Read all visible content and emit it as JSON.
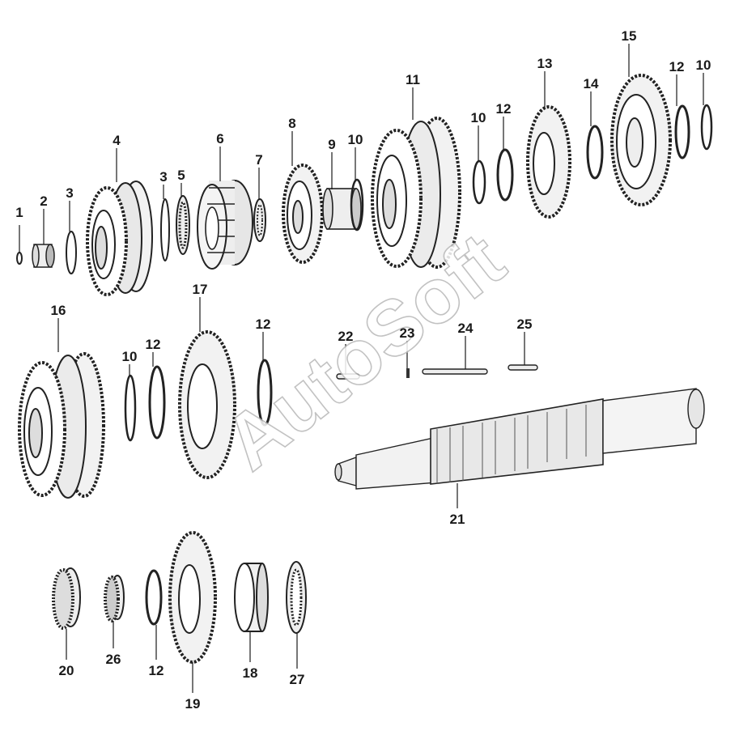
{
  "diagram": {
    "watermark": "AutoSoft",
    "callouts": [
      {
        "id": "p1",
        "label": "1"
      },
      {
        "id": "p2",
        "label": "2"
      },
      {
        "id": "p3a",
        "label": "3"
      },
      {
        "id": "p4",
        "label": "4"
      },
      {
        "id": "p3b",
        "label": "3"
      },
      {
        "id": "p5",
        "label": "5"
      },
      {
        "id": "p6",
        "label": "6"
      },
      {
        "id": "p7",
        "label": "7"
      },
      {
        "id": "p8",
        "label": "8"
      },
      {
        "id": "p9",
        "label": "9"
      },
      {
        "id": "p10a",
        "label": "10"
      },
      {
        "id": "p11",
        "label": "11"
      },
      {
        "id": "p10b",
        "label": "10"
      },
      {
        "id": "p12a",
        "label": "12"
      },
      {
        "id": "p13",
        "label": "13"
      },
      {
        "id": "p14",
        "label": "14"
      },
      {
        "id": "p15",
        "label": "15"
      },
      {
        "id": "p12b",
        "label": "12"
      },
      {
        "id": "p10c",
        "label": "10"
      },
      {
        "id": "p16",
        "label": "16"
      },
      {
        "id": "p10d",
        "label": "10"
      },
      {
        "id": "p12c",
        "label": "12"
      },
      {
        "id": "p17",
        "label": "17"
      },
      {
        "id": "p12d",
        "label": "12"
      },
      {
        "id": "p22",
        "label": "22"
      },
      {
        "id": "p23",
        "label": "23"
      },
      {
        "id": "p24",
        "label": "24"
      },
      {
        "id": "p25",
        "label": "25"
      },
      {
        "id": "p21",
        "label": "21"
      },
      {
        "id": "p20",
        "label": "20"
      },
      {
        "id": "p26",
        "label": "26"
      },
      {
        "id": "p12e",
        "label": "12"
      },
      {
        "id": "p19",
        "label": "19"
      },
      {
        "id": "p18",
        "label": "18"
      },
      {
        "id": "p27",
        "label": "27"
      }
    ]
  }
}
